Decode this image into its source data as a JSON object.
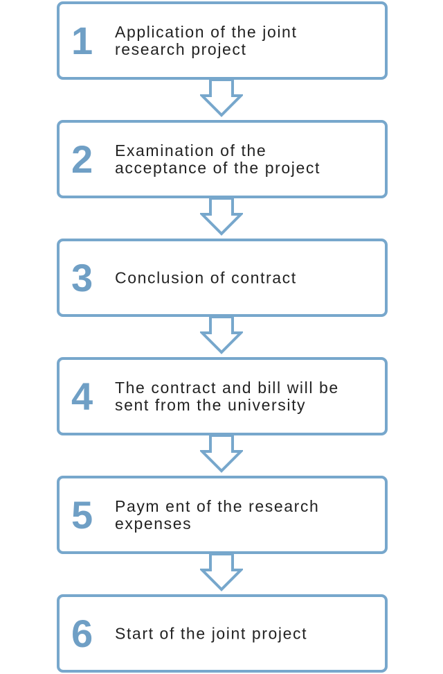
{
  "flow": {
    "steps": [
      {
        "number": "1",
        "text": "Application of the joint\nresearch project"
      },
      {
        "number": "2",
        "text": "Examination of the\nacceptance of the project"
      },
      {
        "number": "3",
        "text": "Conclusion of contract"
      },
      {
        "number": "4",
        "text": "The contract and bill will be\nsent from the university"
      },
      {
        "number": "5",
        "text": "Paym ent of the research\nexpenses"
      },
      {
        "number": "6",
        "text": "Start of the joint  project"
      }
    ]
  },
  "colors": {
    "accent": "#77a7cc",
    "number": "#6f9fc5",
    "text": "#222222",
    "background": "#ffffff"
  },
  "icons": {
    "connector": "down-arrow-icon"
  }
}
